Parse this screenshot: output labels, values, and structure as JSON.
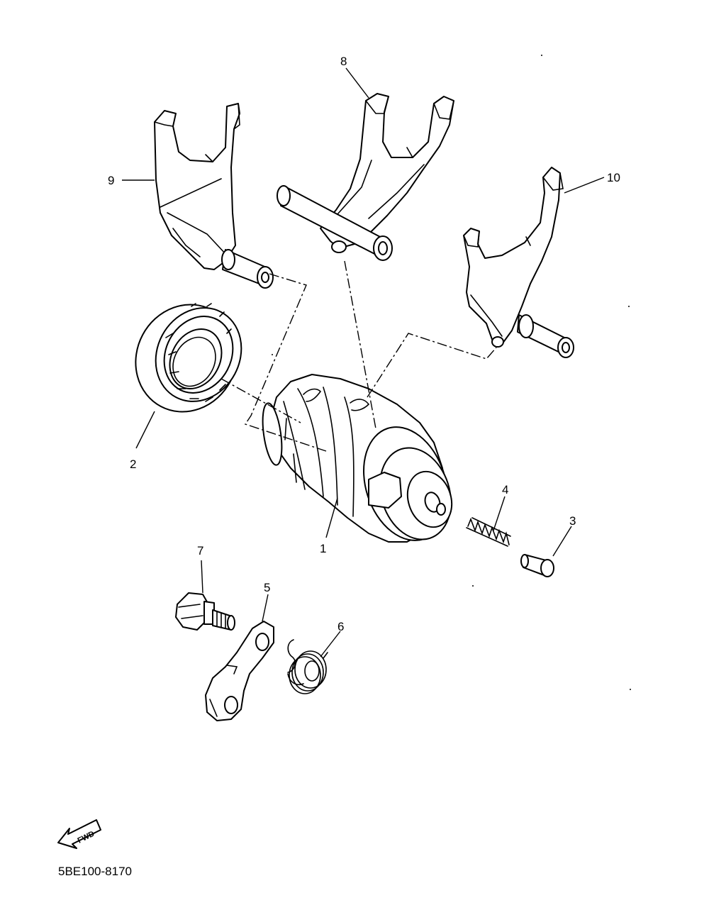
{
  "callouts": {
    "c1": "1",
    "c2": "2",
    "c3": "3",
    "c4": "4",
    "c5": "5",
    "c6": "6",
    "c7": "7",
    "c8": "8",
    "c9": "9",
    "c10": "10"
  },
  "fwd_arrow": {
    "text": "FWD"
  },
  "diagram_code": "5BE100-8170"
}
